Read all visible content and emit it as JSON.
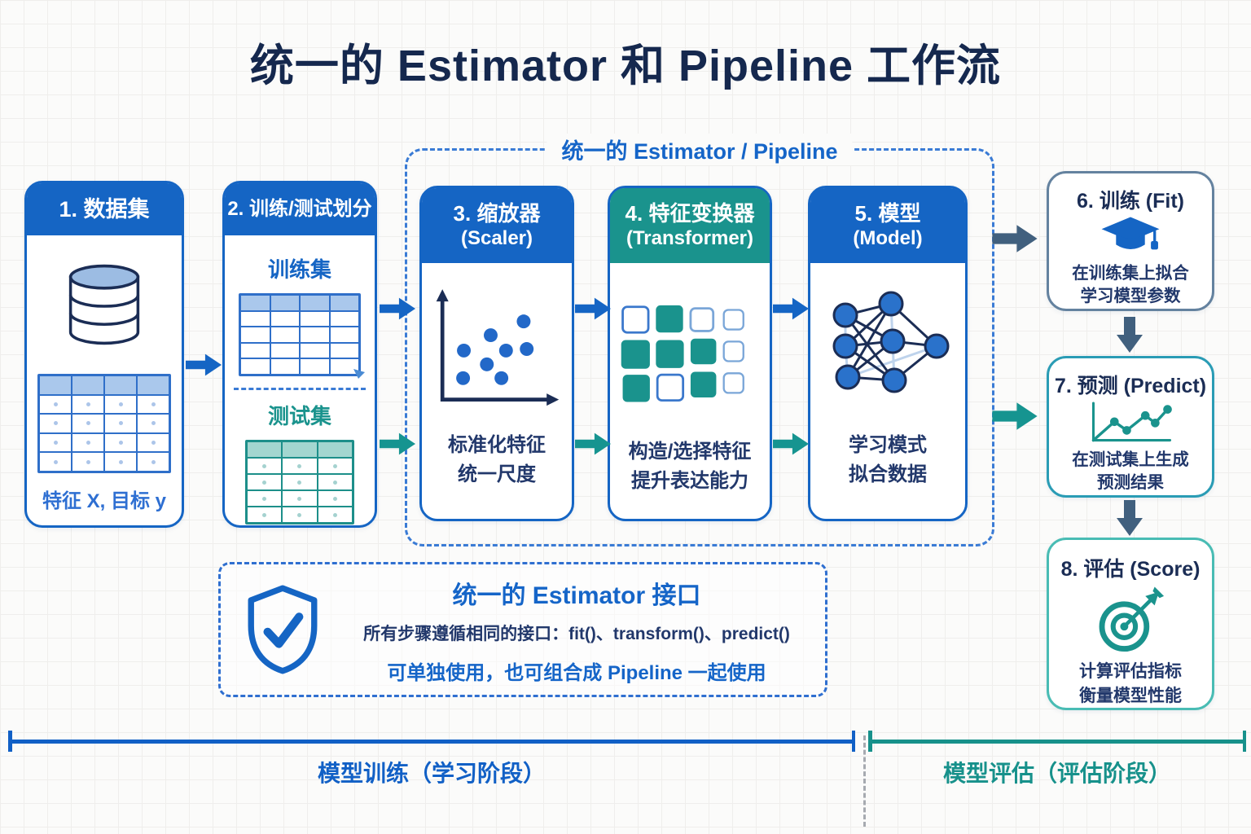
{
  "page": {
    "title": "统一的 Estimator 和 Pipeline 工作流"
  },
  "pipeline_group": {
    "label": "统一的 Estimator / Pipeline"
  },
  "steps": {
    "dataset": {
      "title": "1. 数据集",
      "caption": "特征 X, 目标 y",
      "icon": "database-icon"
    },
    "split": {
      "title": "2. 训练/测试划分",
      "train_label": "训练集",
      "test_label": "测试集"
    },
    "scaler": {
      "title": "3. 缩放器",
      "subtitle": "(Scaler)",
      "desc_line1": "标准化特征",
      "desc_line2": "统一尺度",
      "icon": "scatter-plot-icon"
    },
    "transformer": {
      "title": "4. 特征变换器",
      "subtitle": "(Transformer)",
      "desc_line1": "构造/选择特征",
      "desc_line2": "提升表达能力",
      "icon": "feature-grid-icon"
    },
    "model": {
      "title": "5. 模型",
      "subtitle": "(Model)",
      "desc_line1": "学习模式",
      "desc_line2": "拟合数据",
      "icon": "neural-network-icon"
    },
    "fit": {
      "title": "6. 训练 (Fit)",
      "desc_line1": "在训练集上拟合",
      "desc_line2": "学习模型参数",
      "icon": "graduation-cap-icon"
    },
    "predict": {
      "title": "7. 预测 (Predict)",
      "desc_line1": "在测试集上生成",
      "desc_line2": "预测结果",
      "icon": "line-chart-icon"
    },
    "score": {
      "title": "8. 评估 (Score)",
      "desc_line1": "计算评估指标",
      "desc_line2": "衡量模型性能",
      "icon": "target-icon"
    }
  },
  "interface_note": {
    "title": "统一的 Estimator 接口",
    "line1": "所有步骤遵循相同的接口：fit()、transform()、predict()",
    "line2": "可单独使用，也可组合成 Pipeline 一起使用",
    "icon": "shield-check-icon"
  },
  "phases": {
    "training_label": "模型训练（学习阶段）",
    "evaluation_label": "模型评估（评估阶段）"
  },
  "colors": {
    "blue": "#1565c4",
    "teal": "#1a938d",
    "navy_text": "#1b2d55",
    "slate_arrow": "#41607e",
    "dashed_blue": "#3a7bd5",
    "background": "#fbfbfa"
  }
}
